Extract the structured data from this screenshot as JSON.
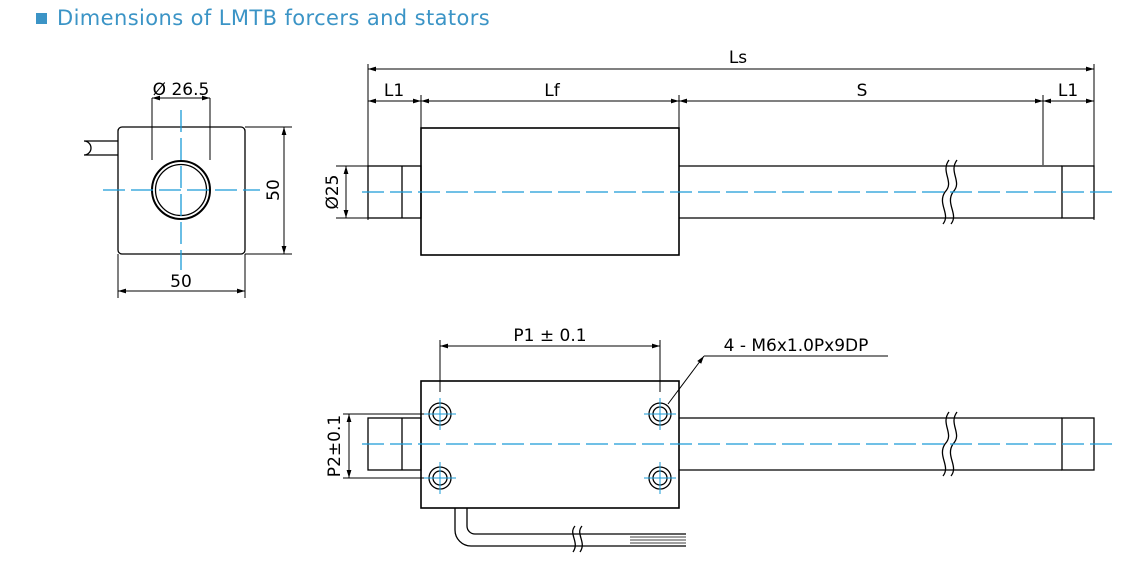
{
  "heading": {
    "title": "Dimensions of LMTB forcers and stators",
    "accent_color": "#3b94c6",
    "bullet_icon": "square-bullet-icon"
  },
  "drawing": {
    "line_color": "#000000",
    "centerline_color": "#1a9bd7",
    "end_view": {
      "bore_diameter_label": "Ø 26.5",
      "height_label": "50",
      "width_label": "50"
    },
    "side_view": {
      "overall_length_label": "Ls",
      "left_end_label": "L1",
      "forcer_length_label": "Lf",
      "stroke_label": "S",
      "right_end_label": "L1",
      "rod_diameter_label": "Ø25"
    },
    "top_view": {
      "hole_pitch_label": "P1 ± 0.1",
      "hole_spec_label": "4 - M6x1.0Px9DP",
      "hole_width_label": "P2±0.1"
    }
  }
}
